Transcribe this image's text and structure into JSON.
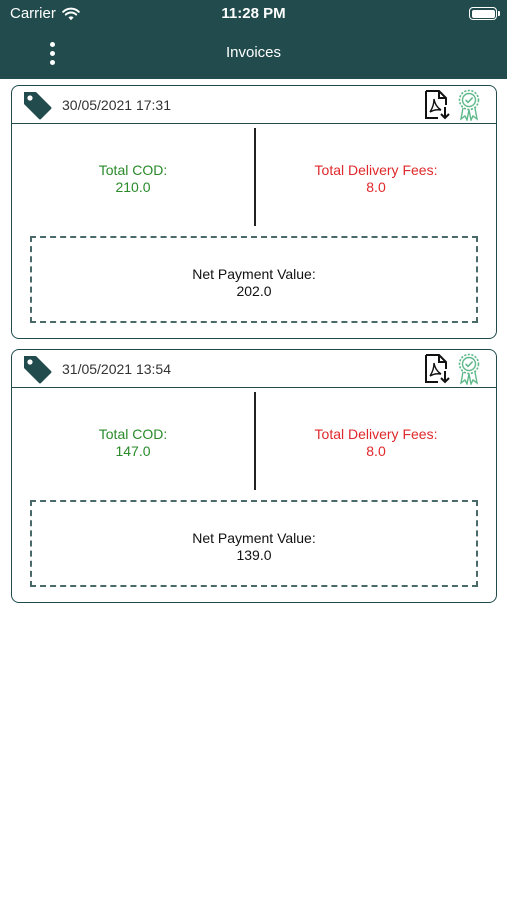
{
  "status_bar": {
    "carrier": "Carrier",
    "time": "11:28 PM"
  },
  "header": {
    "title": "Invoices"
  },
  "colors": {
    "header_bg": "#214b4c",
    "cod_green": "#2a8a2a",
    "fee_red": "#e0282c",
    "cert_green": "#5fb98a"
  },
  "invoices": [
    {
      "date": "30/05/2021 17:31",
      "cod_label": "Total COD:",
      "cod_value": "210.0",
      "fees_label": "Total Delivery Fees:",
      "fees_value": "8.0",
      "net_label": "Net Payment Value:",
      "net_value": "202.0"
    },
    {
      "date": "31/05/2021 13:54",
      "cod_label": "Total COD:",
      "cod_value": "147.0",
      "fees_label": "Total Delivery Fees:",
      "fees_value": "8.0",
      "net_label": "Net Payment Value:",
      "net_value": "139.0"
    }
  ],
  "icons": {
    "menu": "more-vertical-icon",
    "tag": "tag-icon",
    "pdf": "pdf-download-icon",
    "certificate": "certificate-icon",
    "wifi": "wifi-icon",
    "battery": "battery-icon"
  }
}
